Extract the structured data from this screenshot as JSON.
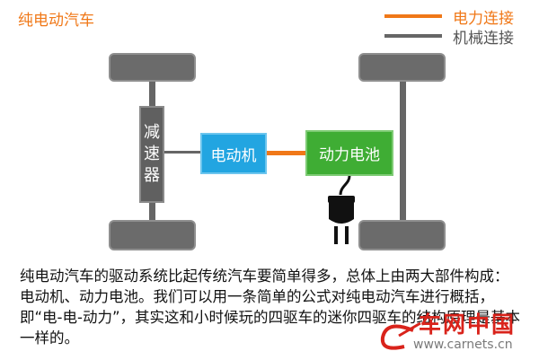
{
  "title": "纯电动汽车",
  "legend": {
    "items": [
      {
        "label": "电力连接",
        "color": "#f07818"
      },
      {
        "label": "机械连接",
        "color": "#666666"
      }
    ]
  },
  "components": {
    "reducer": {
      "chars": [
        "减",
        "速",
        "器"
      ],
      "color": "#606060"
    },
    "motor": {
      "label": "电动机",
      "color": "#22a5e1"
    },
    "battery": {
      "label": "动力电池",
      "color": "#3fad34"
    },
    "wheel_color": "#6b6b6b",
    "axle_color": "#666666",
    "power_line_color": "#f07818",
    "plug_color": "#111111"
  },
  "description": "纯电动汽车的驱动系统比起传统汽车要简单得多，总体上由两大部件构成：电动机、动力电池。我们可以用一条简单的公式对纯电动汽车进行概括，即“电-电-动力”，其实这和小时候玩的四驱车的迷你四驱车的结构原理是基本一样的。",
  "watermark": {
    "name": "车网中国",
    "url": "www.carnets.cn",
    "color": "#d9231b"
  }
}
